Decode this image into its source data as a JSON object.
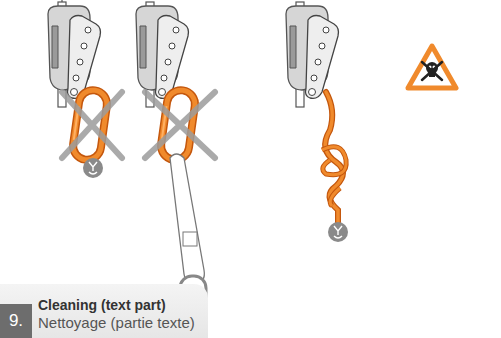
{
  "diagram": {
    "nodes": [
      {
        "text": [
          "Cleaning (text part)",
          "Nettoyage (partie texte)"
        ]
      },
      {
        "text": [
          "9."
        ],
        "in": 0
      }
    ]
  }
}
